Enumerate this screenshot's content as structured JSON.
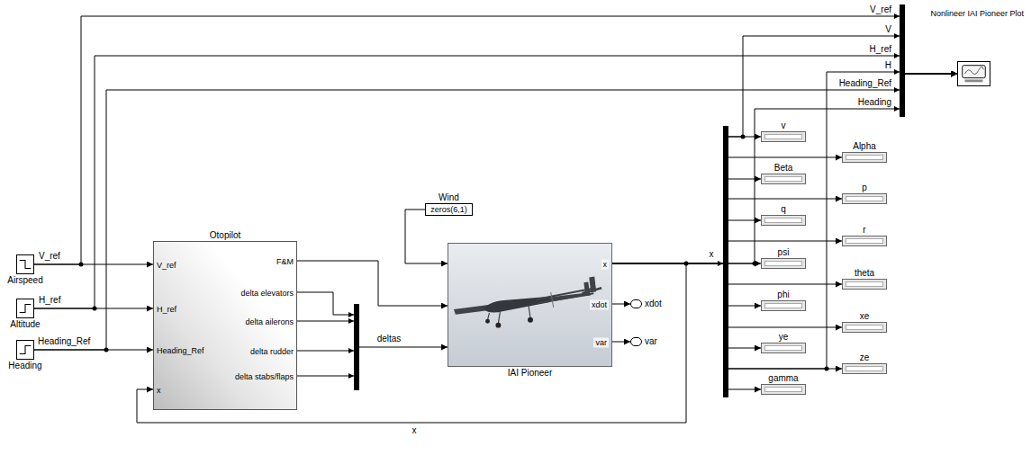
{
  "diagram": {
    "nodes": [
      {
        "text": [
          "Airspeed"
        ]
      },
      {
        "text": [
          "Altitude"
        ]
      },
      {
        "text": [
          "Heading"
        ]
      },
      {
        "text": [
          "Otopilot",
          "V_ref",
          "H_ref",
          "Heading_Ref",
          "x",
          "F&M",
          "delta elevators",
          "delta ailerons",
          "delta rudder",
          "delta stabs/flaps"
        ]
      },
      {
        "text": [
          "Wind",
          "zeros(6,1)"
        ]
      },
      {
        "text": [
          "IAI Pioneer",
          "x",
          "xdot",
          "var"
        ]
      },
      {
        "text": [
          "xdot"
        ]
      },
      {
        "text": [
          "var"
        ]
      },
      {
        "text": [
          "Nonlineer IAI Pioneer Plot"
        ]
      },
      {
        "text": [
          "v"
        ]
      },
      {
        "text": [
          "Alpha"
        ]
      },
      {
        "text": [
          "Beta"
        ]
      },
      {
        "text": [
          "p"
        ]
      },
      {
        "text": [
          "q"
        ]
      },
      {
        "text": [
          "r"
        ]
      },
      {
        "text": [
          "psi"
        ]
      },
      {
        "text": [
          "theta"
        ]
      },
      {
        "text": [
          "phi"
        ]
      },
      {
        "text": [
          "xe"
        ]
      },
      {
        "text": [
          "ye"
        ]
      },
      {
        "text": [
          "ze"
        ]
      },
      {
        "text": [
          "gamma"
        ]
      }
    ],
    "edges": [
      {
        "from": 0,
        "to": 3,
        "arrow": "to",
        "label": "V_ref"
      },
      {
        "from": 1,
        "to": 3,
        "arrow": "to",
        "label": "H_ref"
      },
      {
        "from": 2,
        "to": 3,
        "arrow": "to",
        "label": "Heading_Ref"
      },
      {
        "from": 0,
        "to": 8,
        "arrow": "to",
        "label": "V_ref"
      },
      {
        "from": 1,
        "to": 8,
        "arrow": "to",
        "label": "H_ref"
      },
      {
        "from": 2,
        "to": 8,
        "arrow": "to",
        "label": "Heading_Ref"
      },
      {
        "from": 5,
        "to": 8,
        "arrow": "to",
        "label": "V"
      },
      {
        "from": 5,
        "to": 8,
        "arrow": "to",
        "label": "H"
      },
      {
        "from": 5,
        "to": 8,
        "arrow": "to",
        "label": "Heading"
      },
      {
        "from": 4,
        "to": 5,
        "arrow": "to"
      },
      {
        "from": 3,
        "to": 5,
        "arrow": "to"
      },
      {
        "from": 3,
        "to": 5,
        "arrow": "to",
        "label": "deltas"
      },
      {
        "from": 5,
        "to": 3,
        "arrow": "to",
        "label": "x"
      },
      {
        "from": 5,
        "to": 6,
        "arrow": "to"
      },
      {
        "from": 5,
        "to": 7,
        "arrow": "to"
      },
      {
        "from": 5,
        "to": 9,
        "arrow": "to"
      },
      {
        "from": 5,
        "to": 10,
        "arrow": "to"
      },
      {
        "from": 5,
        "to": 11,
        "arrow": "to"
      },
      {
        "from": 5,
        "to": 12,
        "arrow": "to"
      },
      {
        "from": 5,
        "to": 13,
        "arrow": "to"
      },
      {
        "from": 5,
        "to": 14,
        "arrow": "to"
      },
      {
        "from": 5,
        "to": 15,
        "arrow": "to"
      },
      {
        "from": 5,
        "to": 16,
        "arrow": "to"
      },
      {
        "from": 5,
        "to": 17,
        "arrow": "to"
      },
      {
        "from": 5,
        "to": 18,
        "arrow": "to"
      },
      {
        "from": 5,
        "to": 19,
        "arrow": "to"
      },
      {
        "from": 5,
        "to": 20,
        "arrow": "to"
      },
      {
        "from": 5,
        "to": 21,
        "arrow": "to"
      }
    ],
    "labels": [
      "x"
    ]
  }
}
